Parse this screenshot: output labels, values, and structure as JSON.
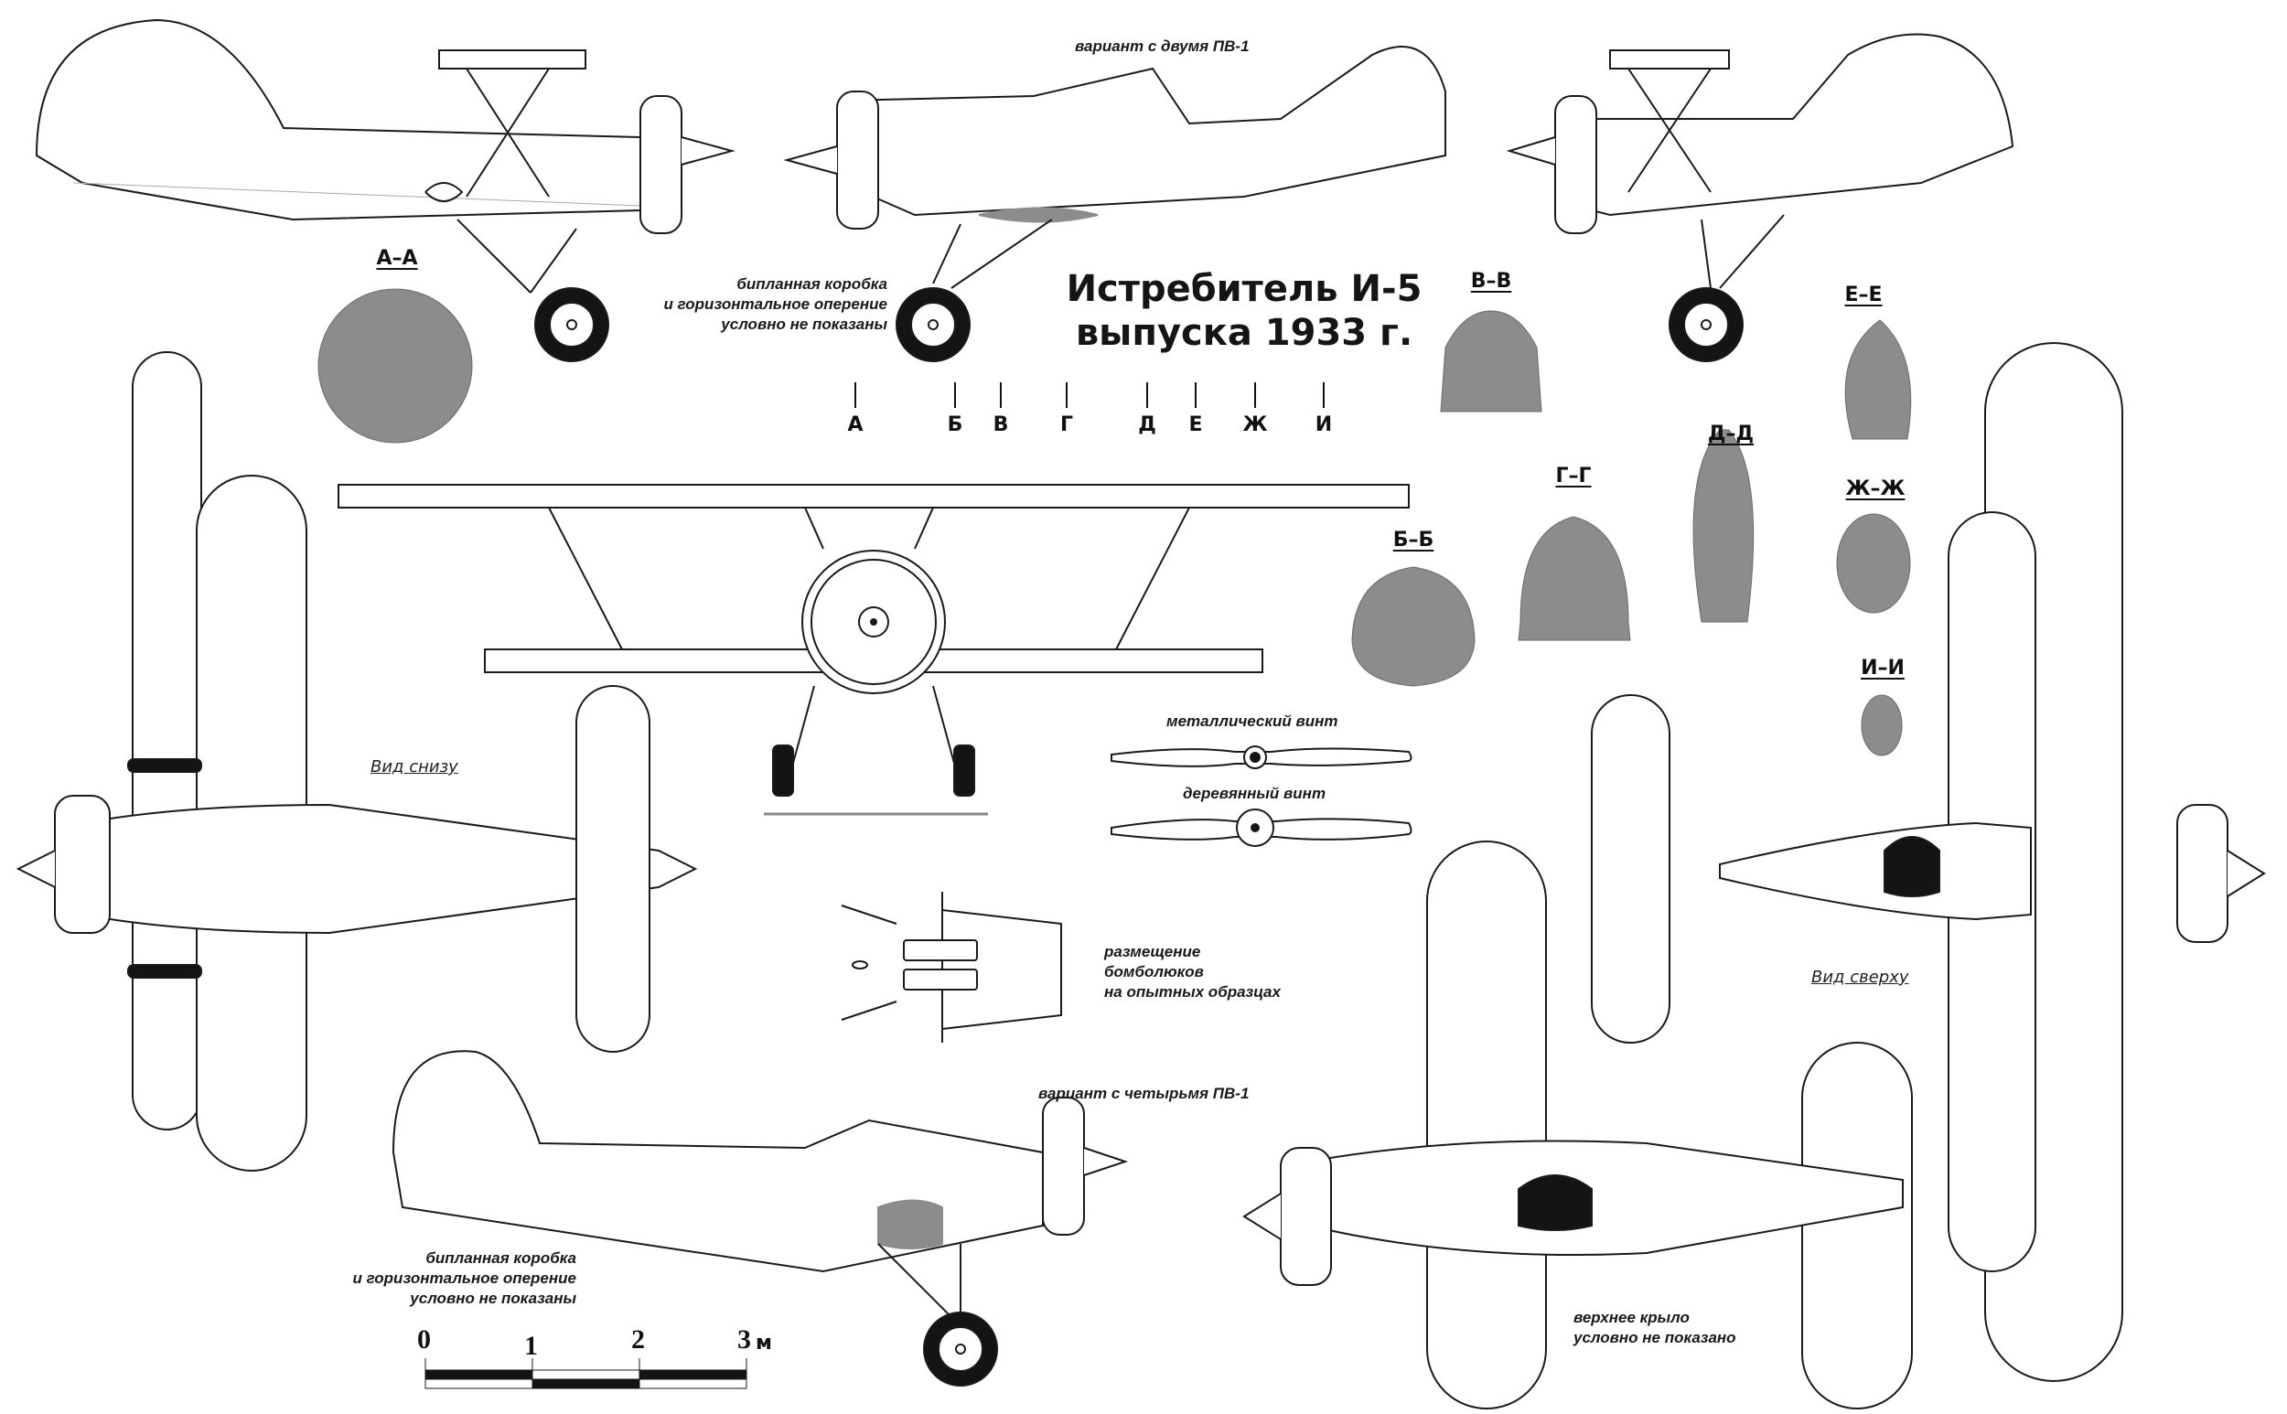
{
  "title": {
    "line1": "Истребитель И-5",
    "line2": "выпуска 1933 г."
  },
  "captions": {
    "variant_two_pv1": "вариант с двумя ПВ-1",
    "variant_four_pv1": "вариант с четырьмя ПВ-1",
    "biplane_box_note_top": [
      "бипланная коробка",
      "и горизонтальное оперение",
      "условно не показаны"
    ],
    "biplane_box_note_bottom": [
      "бипланная коробка",
      "и горизонтальное оперение",
      "условно не показаны"
    ],
    "metal_prop": "металлический винт",
    "wooden_prop": "деревянный винт",
    "bomb_bay_note": [
      "размещение",
      "бомболюков",
      "на опытных образцах"
    ],
    "upper_wing_note": [
      "верхнее крыло",
      "условно не показано"
    ]
  },
  "views": {
    "bottom_view": "Вид снизу",
    "top_view": "Вид сверху"
  },
  "stations": [
    "А",
    "Б",
    "В",
    "Г",
    "Д",
    "Е",
    "Ж",
    "И"
  ],
  "sections": [
    {
      "label": "А–А",
      "shape": "circle"
    },
    {
      "label": "Б–Б",
      "shape": "notched-round"
    },
    {
      "label": "В–В",
      "shape": "notched-arch"
    },
    {
      "label": "Г–Г",
      "shape": "egg-with-flanges"
    },
    {
      "label": "Д–Д",
      "shape": "teardrop"
    },
    {
      "label": "Е–Е",
      "shape": "teardrop"
    },
    {
      "label": "Ж–Ж",
      "shape": "egg"
    },
    {
      "label": "И–И",
      "shape": "small-egg"
    }
  ],
  "scale_bar": {
    "ticks": [
      "0",
      "1",
      "2",
      "3"
    ],
    "unit": "м"
  },
  "colors": {
    "section_fill": "#8c8c8c",
    "line": "#1a1a1a",
    "tire": "#141414",
    "paper": "#ffffff"
  }
}
